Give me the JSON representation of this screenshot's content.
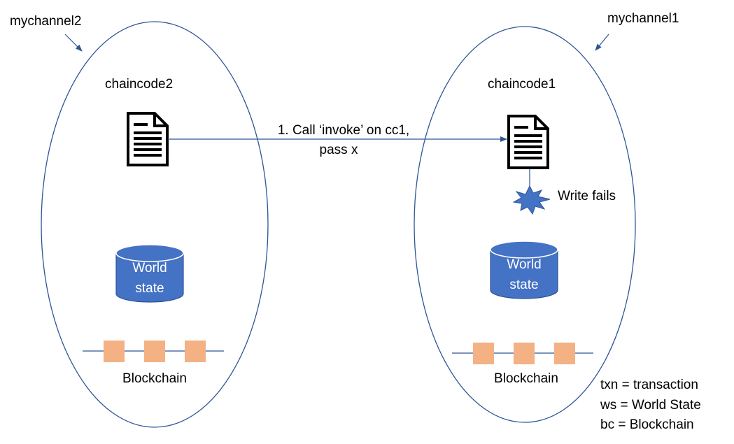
{
  "channels": [
    {
      "name": "mychannel2",
      "chaincode": "chaincode2",
      "world_state": [
        "World",
        "state"
      ],
      "blockchain_label": "Blockchain"
    },
    {
      "name": "mychannel1",
      "chaincode": "chaincode1",
      "world_state": [
        "World",
        "state"
      ],
      "blockchain_label": "Blockchain"
    }
  ],
  "call_arrow": {
    "line1": "1. Call ‘invoke’ on cc1,",
    "line2": "pass x"
  },
  "failure_label": "Write fails",
  "legend": [
    "txn = transaction",
    "ws = World State",
    "bc = Blockchain"
  ],
  "colors": {
    "outline": "#2f5597",
    "cylinder_fill": "#4472c4",
    "block_fill": "#f4b183",
    "burst_fill": "#4472c4",
    "text": "#000000"
  }
}
